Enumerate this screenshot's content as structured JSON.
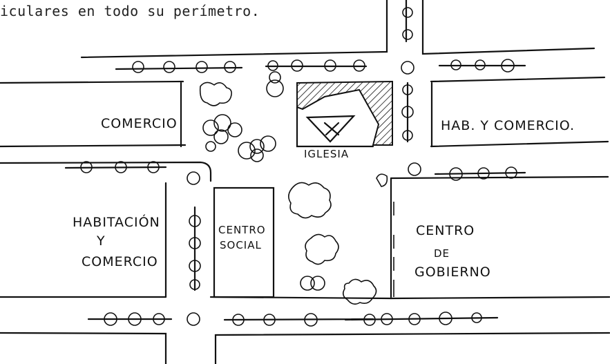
{
  "caption": "iculares en todo su perímetro.",
  "labels": {
    "comercio": "COMERCIO",
    "hab_comercio": "HAB. Y COMERCIO.",
    "iglesia": "IGLESIA",
    "habitacion_line1": "HABITACIÓN",
    "habitacion_line2": "Y",
    "habitacion_line3": "COMERCIO",
    "centro_social_line1": "CENTRO",
    "centro_social_line2": "SOCIAL",
    "centro_gobierno_line1": "CENTRO",
    "centro_gobierno_line2": "DE",
    "centro_gobierno_line3": "GOBIERNO"
  }
}
